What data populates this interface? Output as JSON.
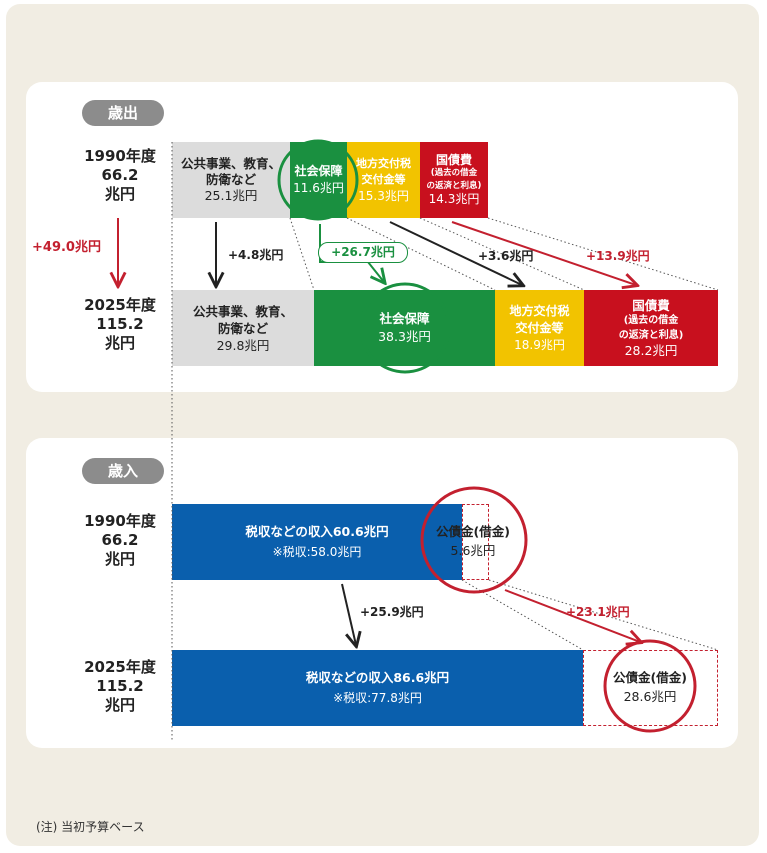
{
  "expenditure": {
    "label": "歳出",
    "delta_total": "+49.0兆円",
    "y1990": {
      "year": "1990年度",
      "amount": "66.2",
      "unit": "兆円"
    },
    "y2025": {
      "year": "2025年度",
      "amount": "115.2",
      "unit": "兆円"
    },
    "blocks1990": {
      "public": {
        "l1": "公共事業、教育、",
        "l2": "防衛など",
        "v": "25.1兆円"
      },
      "social": {
        "l1": "社会保障",
        "v": "11.6兆円"
      },
      "local": {
        "l1": "地方交付税",
        "l2": "交付金等",
        "v": "15.3兆円"
      },
      "debt": {
        "l1": "国債費",
        "l2": "(過去の借金",
        "l3": "の返済と利息)",
        "v": "14.3兆円"
      }
    },
    "blocks2025": {
      "public": {
        "l1": "公共事業、教育、",
        "l2": "防衛など",
        "v": "29.8兆円"
      },
      "social": {
        "l1": "社会保障",
        "v": "38.3兆円"
      },
      "local": {
        "l1": "地方交付税",
        "l2": "交付金等",
        "v": "18.9兆円"
      },
      "debt": {
        "l1": "国債費",
        "l2": "(過去の借金",
        "l3": "の返済と利息)",
        "v": "28.2兆円"
      }
    },
    "deltas": {
      "public": "+4.8兆円",
      "social": "+26.7兆円",
      "local": "+3.6兆円",
      "debt": "+13.9兆円"
    }
  },
  "revenue": {
    "label": "歳入",
    "y1990": {
      "year": "1990年度",
      "amount": "66.2",
      "unit": "兆円"
    },
    "y2025": {
      "year": "2025年度",
      "amount": "115.2",
      "unit": "兆円"
    },
    "tax1990": {
      "l1": "税収などの収入60.6兆円",
      "l2": "※税収:58.0兆円"
    },
    "bond1990": {
      "l1": "公債金(借金)",
      "v": "5.6兆円"
    },
    "tax2025": {
      "l1": "税収などの収入86.6兆円",
      "l2": "※税収:77.8兆円"
    },
    "bond2025": {
      "l1": "公債金(借金)",
      "v": "28.6兆円"
    },
    "deltas": {
      "tax": "+25.9兆円",
      "bond": "+23.1兆円"
    }
  },
  "note": "(注) 当初予算ベース",
  "colors": {
    "public": "#dcdcdc",
    "social": "#1a9040",
    "local": "#f2c300",
    "debt": "#c8101e",
    "revenue": "#0a5fad",
    "accent_red": "#c3202f",
    "background": "#f1ede3"
  },
  "chart_data": [
    {
      "type": "bar",
      "title": "歳出",
      "categories": [
        "1990年度",
        "2025年度"
      ],
      "totals": [
        66.2,
        115.2
      ],
      "series": [
        {
          "name": "公共事業、教育、防衛など",
          "values": [
            25.1,
            29.8
          ]
        },
        {
          "name": "社会保障",
          "values": [
            11.6,
            38.3
          ]
        },
        {
          "name": "地方交付税交付金等",
          "values": [
            15.3,
            18.9
          ]
        },
        {
          "name": "国債費(過去の借金の返済と利息)",
          "values": [
            14.3,
            28.2
          ]
        }
      ]
    },
    {
      "type": "bar",
      "title": "歳入",
      "categories": [
        "1990年度",
        "2025年度"
      ],
      "totals": [
        66.2,
        115.2
      ],
      "series": [
        {
          "name": "税収などの収入",
          "values": [
            60.6,
            86.6
          ]
        },
        {
          "name": "公債金(借金)",
          "values": [
            5.6,
            28.6
          ]
        }
      ],
      "annotations": [
        "※税収:58.0兆円",
        "※税収:77.8兆円"
      ]
    }
  ]
}
